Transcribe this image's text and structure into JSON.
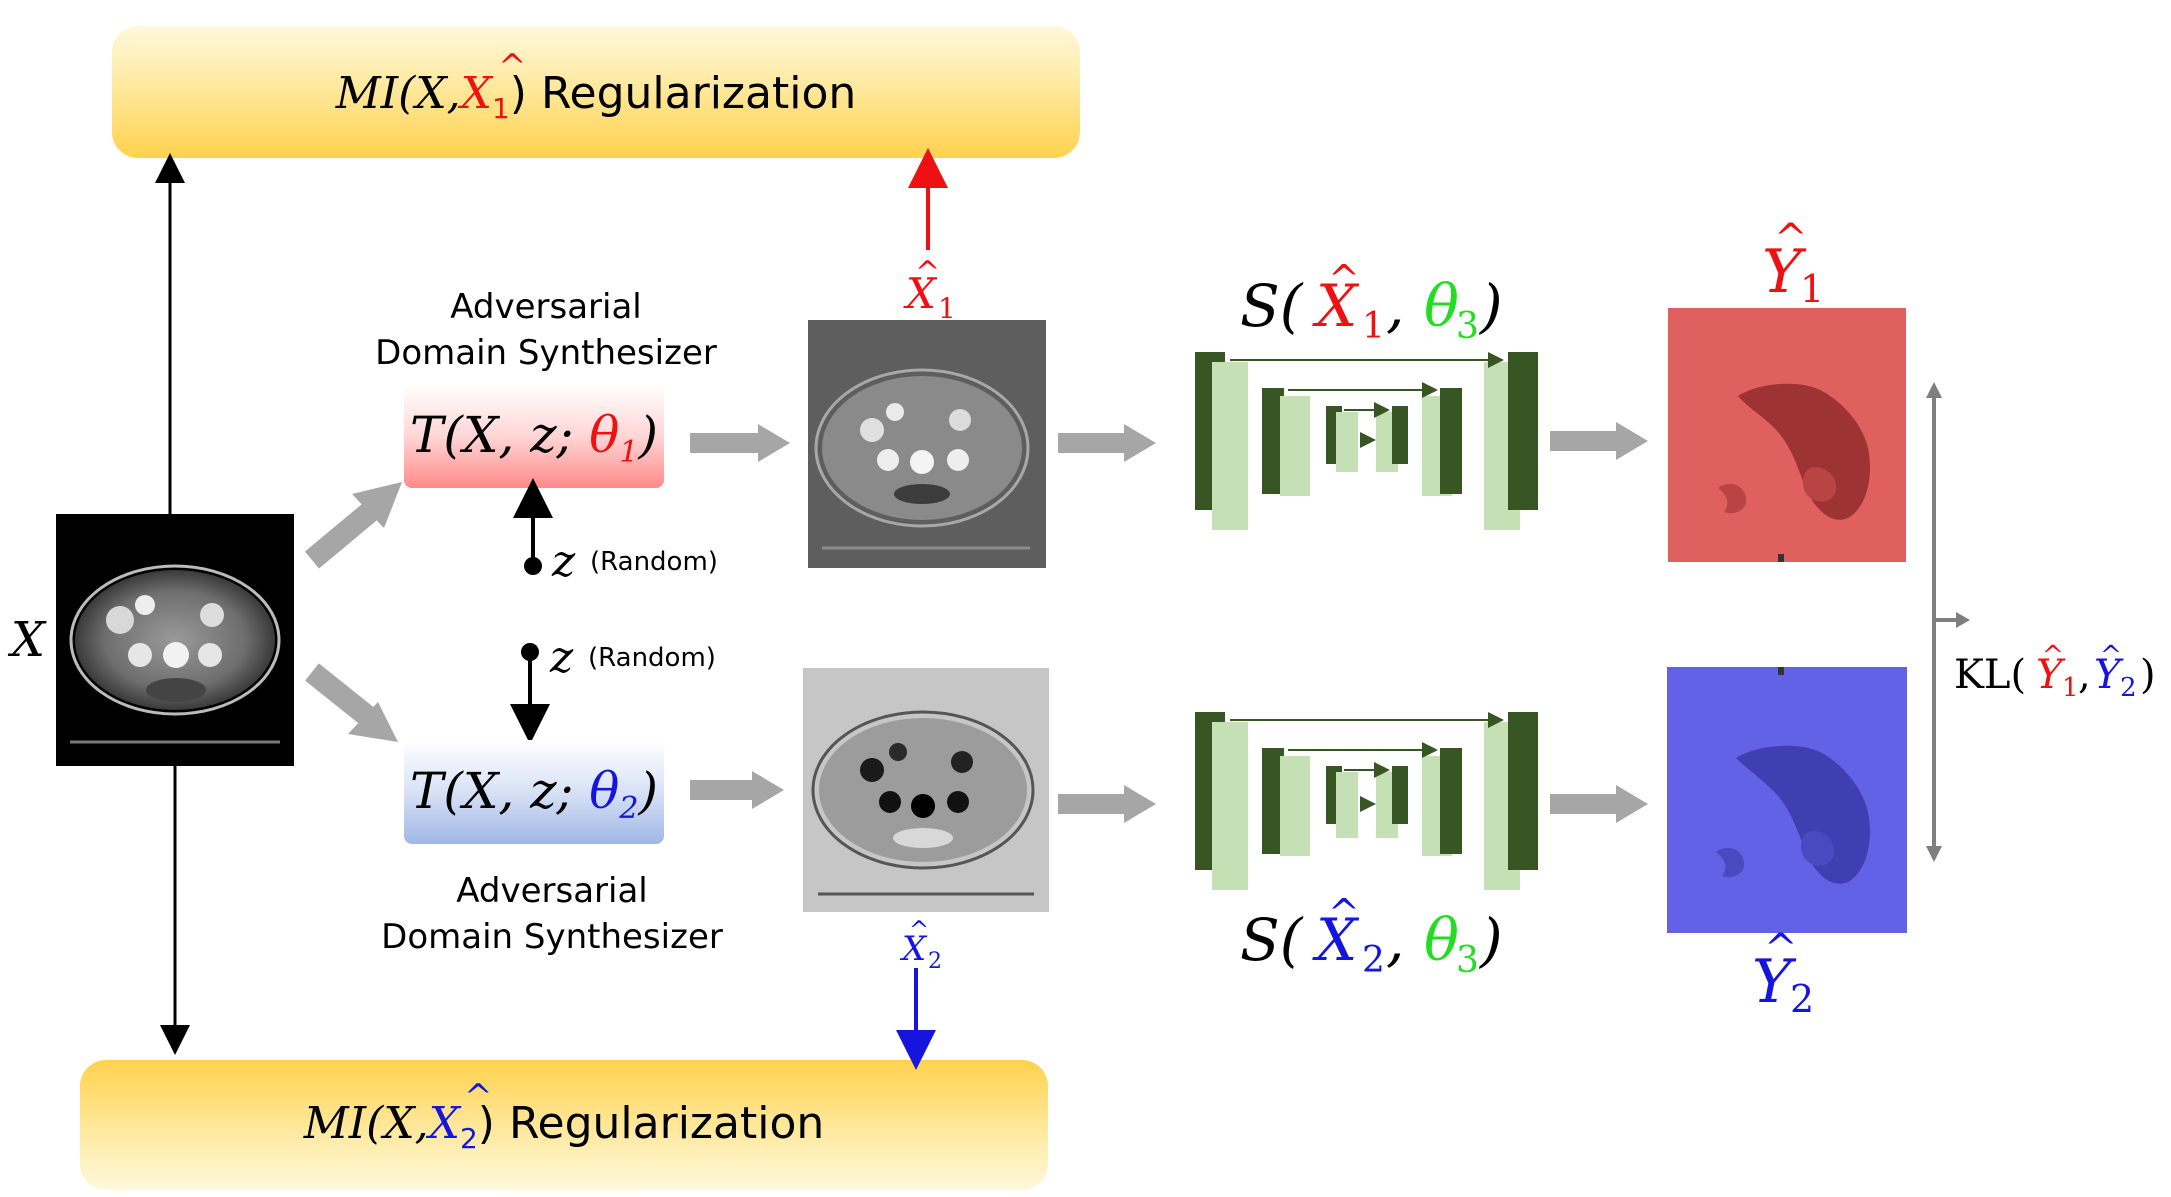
{
  "colors": {
    "red": "#ee1111",
    "blue": "#1515dd",
    "green": "#22dd22",
    "arrow_gray": "#a6a6a6",
    "unet_dark": "#375623",
    "unet_light": "#c5e0b4",
    "yellow": "#ffd966",
    "mask_red": "#e06060",
    "mask_blue": "#6262e6"
  },
  "input": {
    "label": "X"
  },
  "top_reg": {
    "prefix": "MI(X,",
    "var": "X",
    "sub": "1",
    "suffix": ") Regularization"
  },
  "bottom_reg": {
    "prefix": "MI(X,",
    "var": "X",
    "sub": "2",
    "suffix": ") Regularization"
  },
  "synth1": {
    "title_line1": "Adversarial",
    "title_line2": "Domain Synthesizer",
    "fn": "T(X, z; ",
    "theta": "θ",
    "theta_sub": "1",
    "close": ")"
  },
  "synth2": {
    "title_line1": "Adversarial",
    "title_line2": "Domain Synthesizer",
    "fn": "T(X, z; ",
    "theta": "θ",
    "theta_sub": "2",
    "close": ")"
  },
  "noise1": {
    "symbol": "z",
    "note": "(Random)"
  },
  "noise2": {
    "symbol": "z",
    "note": "(Random)"
  },
  "xhat1": {
    "var": "X",
    "sub": "1"
  },
  "xhat2": {
    "var": "X",
    "sub": "2"
  },
  "seg1": {
    "prefix": "S(",
    "var": "X",
    "sub": "1",
    "sep": ", ",
    "theta": "θ",
    "theta_sub": "3",
    "close": ")"
  },
  "seg2": {
    "prefix": "S(",
    "var": "X",
    "sub": "2",
    "sep": ", ",
    "theta": "θ",
    "theta_sub": "3",
    "close": ")"
  },
  "yhat1": {
    "var": "Y",
    "sub": "1"
  },
  "yhat2": {
    "var": "Y",
    "sub": "2"
  },
  "kl": {
    "prefix": "KL(",
    "y1": "Y",
    "y1_sub": "1",
    "sep": ", ",
    "y2": "Y",
    "y2_sub": "2",
    "close": ")"
  }
}
